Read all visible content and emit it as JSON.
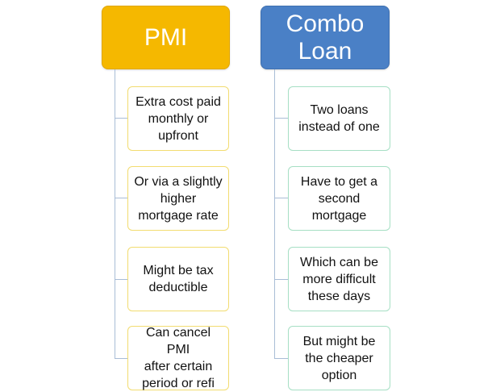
{
  "columns": [
    {
      "title": "PMI",
      "items": [
        "Extra cost paid\nmonthly or\nupfront",
        "Or via a slightly\nhigher\nmortgage rate",
        "Might be tax\ndeductible",
        "Can cancel PMI\nafter certain\nperiod or refi"
      ]
    },
    {
      "title": "Combo\nLoan",
      "items": [
        "Two loans\ninstead of one",
        "Have to get a\nsecond\nmortgage",
        "Which can be\nmore difficult\nthese days",
        "But might be\nthe cheaper\noption"
      ]
    }
  ],
  "colors": {
    "pmi_header": "#f5b800",
    "combo_header": "#4a80c6",
    "pmi_item_border": "#f2dc70",
    "combo_item_border": "#a6dfc4",
    "connector": "#a9bdd6"
  }
}
